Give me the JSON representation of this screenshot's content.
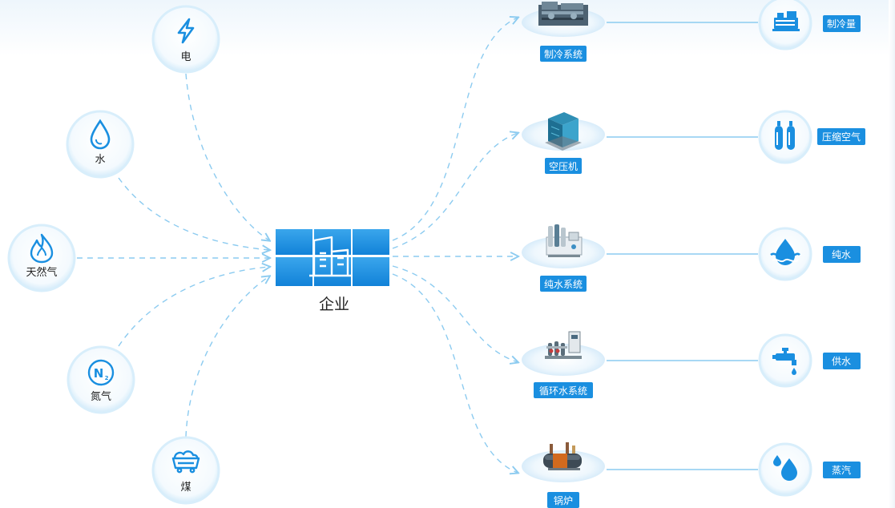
{
  "colors": {
    "primary": "#1a8fe0",
    "connector": "#8ccbf0",
    "label_bg": "#1a8fe0",
    "label_text": "#ffffff",
    "node_fill": "#ffffff",
    "node_ring": "#cfe8f8"
  },
  "center": {
    "label": "企业"
  },
  "inputs": [
    {
      "id": "electric",
      "label": "电",
      "icon": "lightning-icon"
    },
    {
      "id": "water",
      "label": "水",
      "icon": "water-drop-icon"
    },
    {
      "id": "gas",
      "label": "天然气",
      "icon": "flame-icon"
    },
    {
      "id": "nitrogen",
      "label": "氮气",
      "icon": "n2-icon"
    },
    {
      "id": "coal",
      "label": "煤",
      "icon": "coal-cart-icon"
    }
  ],
  "systems": [
    {
      "id": "refrigeration",
      "label": "制冷系统",
      "product": "制冷量",
      "equipment": "chiller-equipment",
      "product_icon": "chiller-icon"
    },
    {
      "id": "air-compressor",
      "label": "空压机",
      "product": "压缩空气",
      "equipment": "air-compressor-equipment",
      "product_icon": "gas-tanks-icon"
    },
    {
      "id": "pure-water",
      "label": "纯水系统",
      "product": "纯水",
      "equipment": "pure-water-equipment",
      "product_icon": "water-wave-icon"
    },
    {
      "id": "circulating-water",
      "label": "循环水系统",
      "product": "供水",
      "equipment": "pump-station-equipment",
      "product_icon": "faucet-icon"
    },
    {
      "id": "boiler",
      "label": "锅炉",
      "product": "蒸汽",
      "equipment": "boiler-equipment",
      "product_icon": "steam-drops-icon"
    }
  ]
}
